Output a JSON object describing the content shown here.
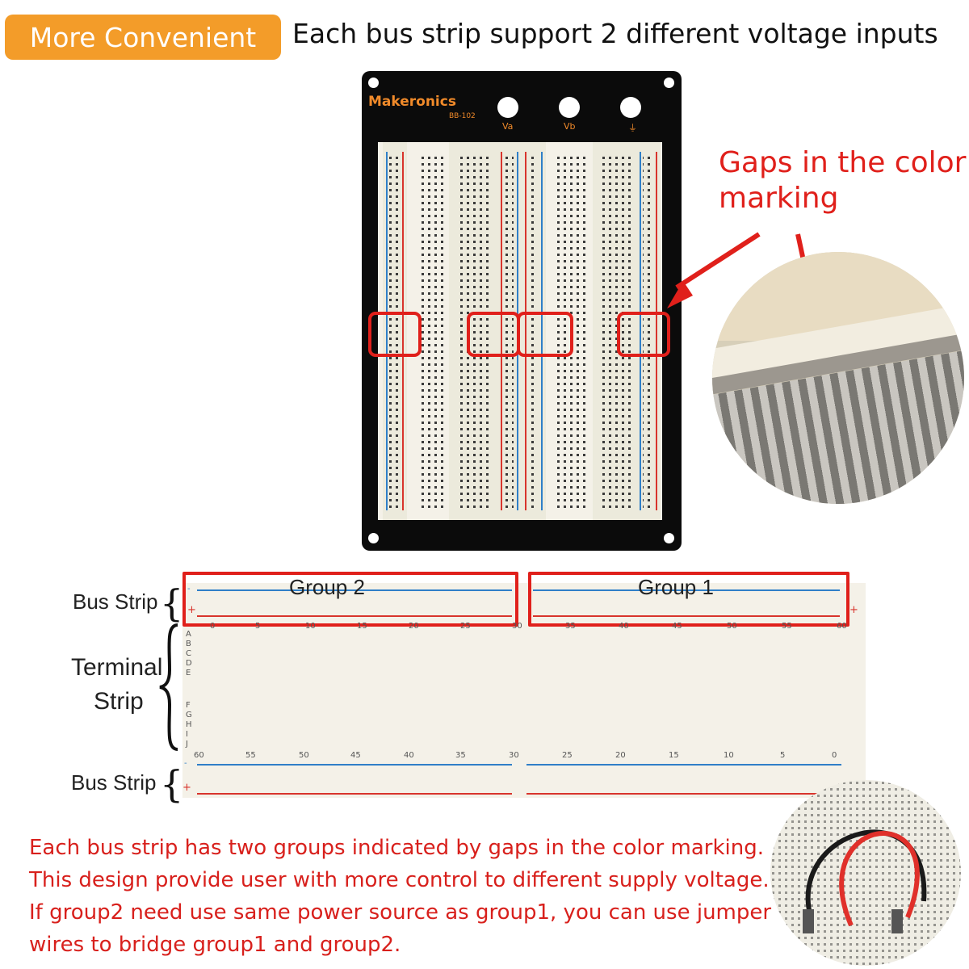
{
  "header": {
    "badge": "More Convenient",
    "headline": "Each bus strip support 2 different voltage inputs"
  },
  "board": {
    "brand": "Makeronics",
    "model": "BB-102",
    "jacks": [
      "Va",
      "Vb",
      "⏚"
    ]
  },
  "callout": {
    "line1": "Gaps in the color",
    "line2": "marking"
  },
  "diagram": {
    "bus_strip_top": "Bus Strip",
    "terminal_line1": "Terminal",
    "terminal_line2": "Strip",
    "bus_strip_bottom": "Bus Strip",
    "group2": "Group 2",
    "group1": "Group 1",
    "top_ticks": [
      "0",
      "5",
      "10",
      "15",
      "20",
      "25",
      "30",
      "35",
      "40",
      "45",
      "50",
      "55",
      "60"
    ],
    "bottom_ticks": [
      "60",
      "55",
      "50",
      "45",
      "40",
      "35",
      "30",
      "25",
      "20",
      "15",
      "10",
      "5",
      "0"
    ],
    "rows_left": [
      "A",
      "B",
      "C",
      "D",
      "E",
      "F",
      "G",
      "H",
      "I",
      "J"
    ],
    "minus": "-",
    "plus": "+"
  },
  "description": {
    "line1": "Each bus strip has two groups indicated by gaps in the color marking.",
    "line2": "This design provide user with more control to different supply voltage.",
    "line3": "If group2 need use same power source as group1, you can use jumper",
    "line4": "wires to bridge group1 and group2."
  },
  "colors": {
    "accent": "#f39c29",
    "highlight": "#e0201b",
    "rail_red": "#d8342c",
    "rail_blue": "#2f7fc8"
  }
}
